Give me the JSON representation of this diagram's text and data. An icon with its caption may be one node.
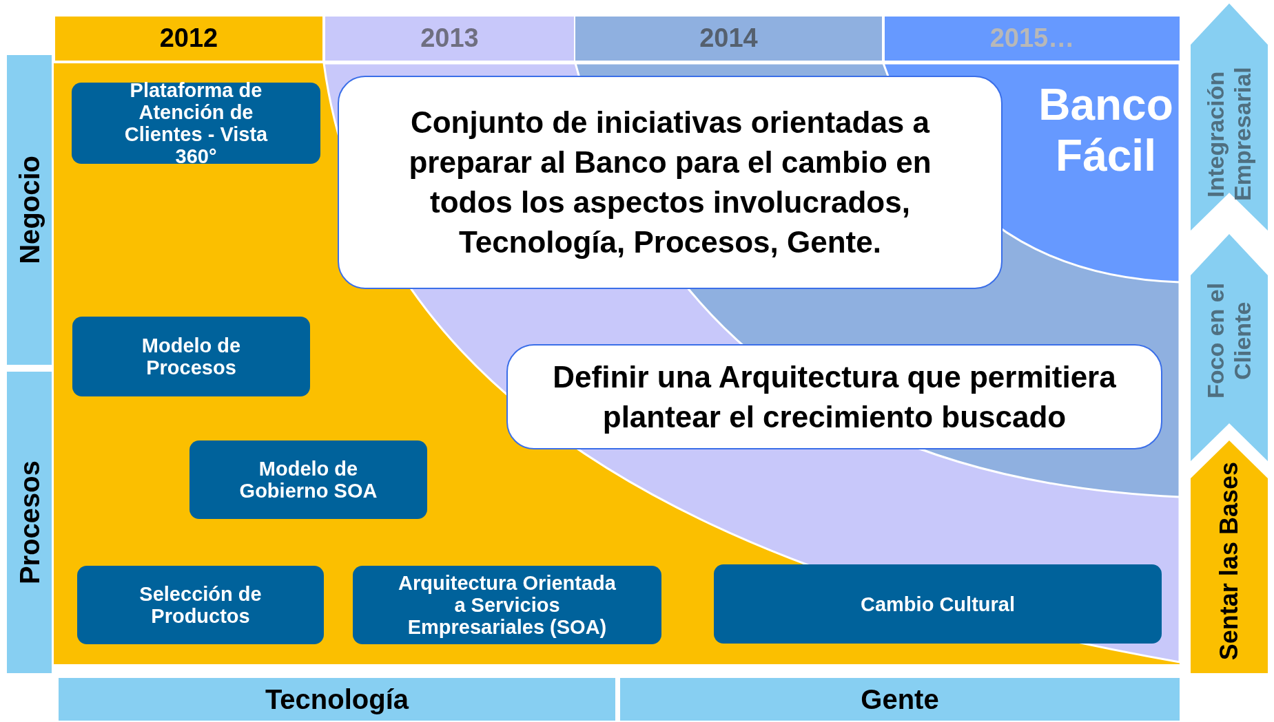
{
  "diagram": {
    "nodes": [
      {
        "text": [
          "Plataforma de Atención de Clientes - Vista 360°"
        ]
      },
      {
        "text": [
          "Conjunto de iniciativas orientadas a preparar al Banco para el cambio en todos los aspectos involucrados, Tecnología, Procesos, Gente."
        ]
      },
      {
        "text": [
          "Modelo de Procesos"
        ]
      },
      {
        "text": [
          "Definir una Arquitectura que permitiera plantear el crecimiento buscado"
        ]
      },
      {
        "text": [
          "Modelo de Gobierno SOA"
        ]
      },
      {
        "text": [
          "Selección de Productos"
        ]
      },
      {
        "text": [
          "Arquitectura Orientada a Servicios Empresariales (SOA)"
        ]
      },
      {
        "text": [
          "Cambio Cultural"
        ]
      }
    ],
    "labels": [
      "2012",
      "2013",
      "2014",
      "2015…",
      "Banco Fácil",
      "Negocio",
      "Procesos",
      "Integración Empresarial",
      "Foco en el Cliente",
      "Sentar las Bases",
      "Tecnología",
      "Gente"
    ]
  }
}
